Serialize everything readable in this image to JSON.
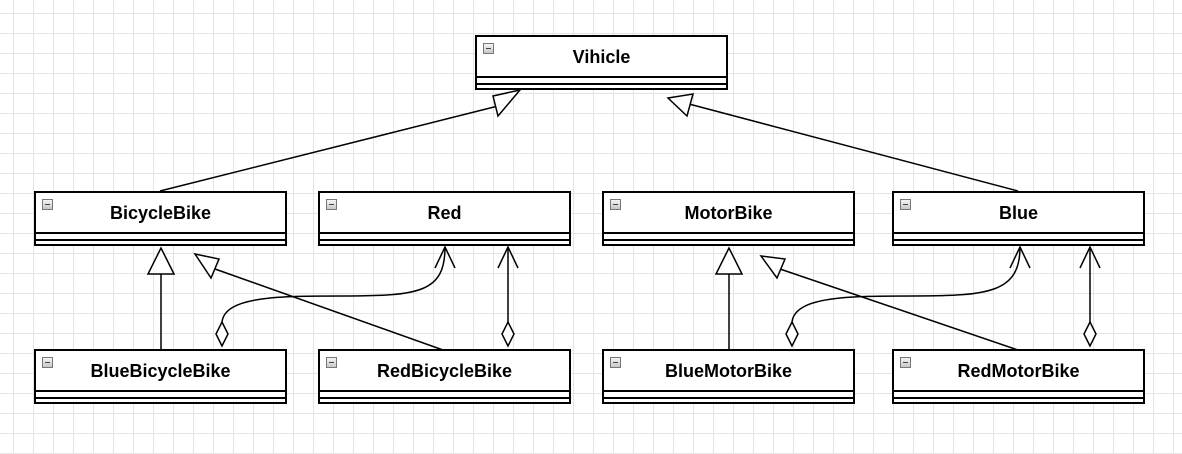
{
  "diagram": {
    "classes": [
      {
        "id": "vihicle",
        "name": "Vihicle"
      },
      {
        "id": "bicyclebike",
        "name": "BicycleBike"
      },
      {
        "id": "red",
        "name": "Red"
      },
      {
        "id": "motorbike",
        "name": "MotorBike"
      },
      {
        "id": "blue",
        "name": "Blue"
      },
      {
        "id": "bluebicyclebike",
        "name": "BlueBicycleBike"
      },
      {
        "id": "redbicyclebike",
        "name": "RedBicycleBike"
      },
      {
        "id": "bluemotorbike",
        "name": "BlueMotorBike"
      },
      {
        "id": "redmotorbike",
        "name": "RedMotorBike"
      }
    ],
    "relations": [
      {
        "type": "generalization",
        "from": "bicyclebike",
        "to": "vihicle"
      },
      {
        "type": "generalization",
        "from": "blue",
        "to": "vihicle"
      },
      {
        "type": "generalization",
        "from": "bluebicyclebike",
        "to": "bicyclebike"
      },
      {
        "type": "generalization",
        "from": "redbicyclebike",
        "to": "bicyclebike"
      },
      {
        "type": "generalization",
        "from": "bluemotorbike",
        "to": "motorbike"
      },
      {
        "type": "generalization",
        "from": "redmotorbike",
        "to": "motorbike"
      },
      {
        "type": "aggregation",
        "from": "bluebicyclebike",
        "to": "red"
      },
      {
        "type": "aggregation",
        "from": "redbicyclebike",
        "to": "red"
      },
      {
        "type": "aggregation",
        "from": "bluemotorbike",
        "to": "blue"
      },
      {
        "type": "aggregation",
        "from": "redmotorbike",
        "to": "blue"
      }
    ]
  }
}
